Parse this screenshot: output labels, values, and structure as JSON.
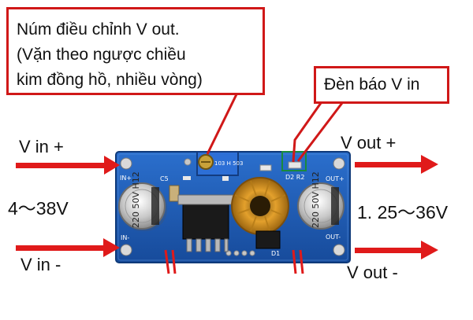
{
  "callouts": {
    "knob": {
      "line1": "Núm điều chỉnh V out.",
      "line2": "(Vặn theo ngược chiều",
      "line3": "kim đồng hồ, nhiều vòng)"
    },
    "led": {
      "label": "Đèn báo V in"
    }
  },
  "input": {
    "plus_label": "V in +",
    "range": "4～38V",
    "minus_label": "V in -"
  },
  "output": {
    "plus_label": "V out +",
    "range": "1. 25～36V",
    "minus_label": "V out -"
  },
  "board_text": {
    "cap_left": "220 50V H12",
    "cap_right": "220 50V H12",
    "pot": "103 H 503",
    "in_plus": "IN+",
    "in_minus": "IN-",
    "out_plus": "OUT+",
    "out_minus": "OUT-",
    "c5": "C5",
    "d2_r2": "D2 R2",
    "d1": "D1"
  },
  "colors": {
    "callout_border": "#d01818",
    "arrow": "#e01a1a",
    "board": "#1e5fb8"
  }
}
